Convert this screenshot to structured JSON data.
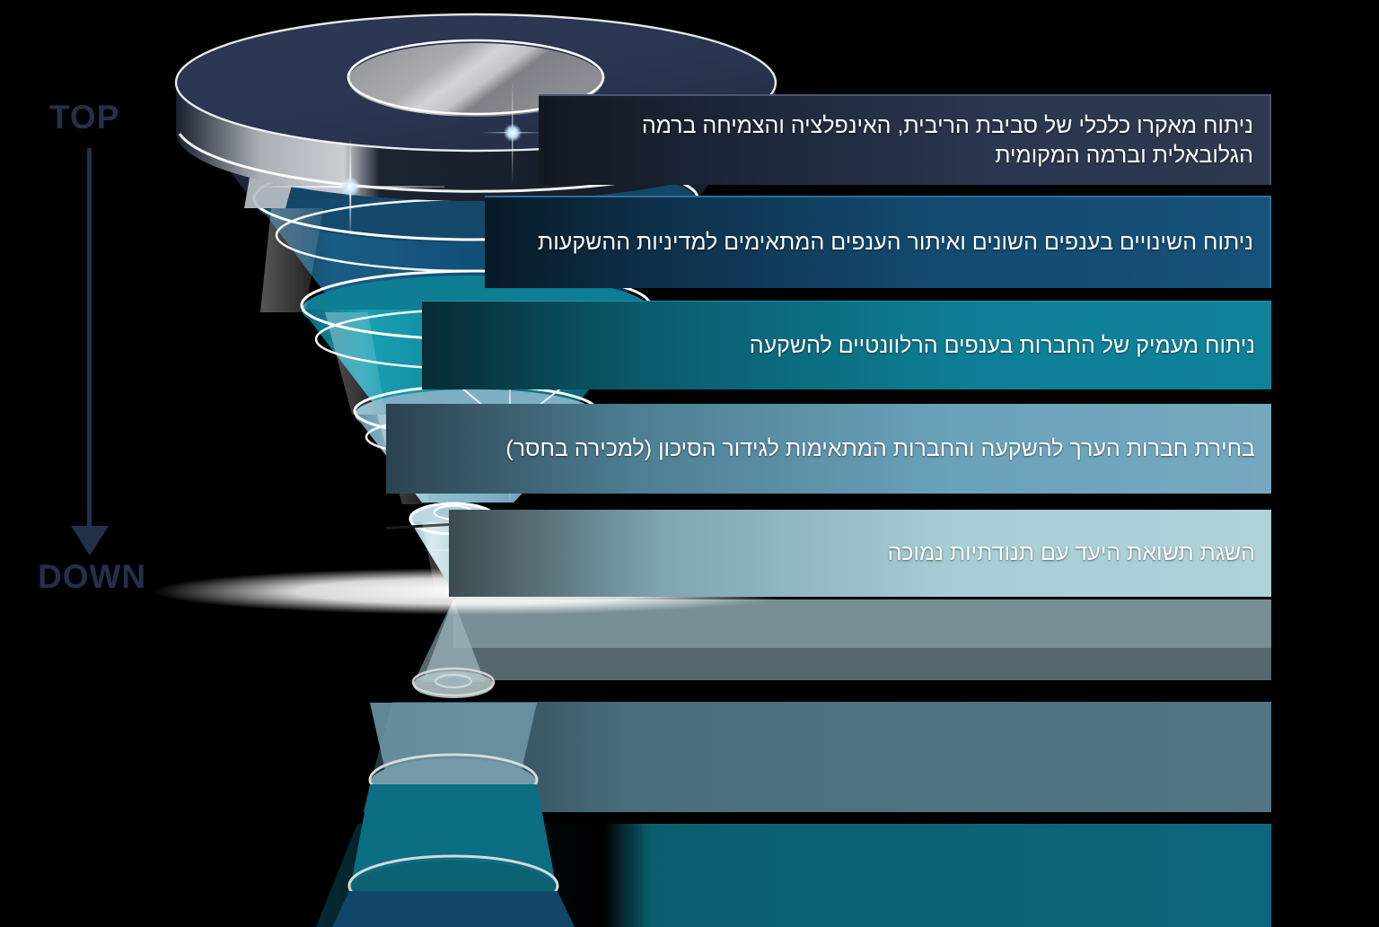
{
  "diagram": {
    "type": "funnel",
    "title": "",
    "direction": "top-down",
    "axis": {
      "top_label": "TOP",
      "bottom_label": "DOWN",
      "arrow_icon": "arrow-down-icon",
      "color": "#233049"
    },
    "background_color": "#000000",
    "stages": [
      {
        "index": 1,
        "label": "ניתוח מאקרו כלכלי של סביבת הריבית, האינפלציה והצמיחה ברמה הגלובאלית וברמה המקומית",
        "color": "#2b3650",
        "text_color": "#ffffff"
      },
      {
        "index": 2,
        "label": "ניתוח השינויים בענפים השונים ואיתור הענפים המתאימים למדיניות ההשקעות",
        "color": "#16527a",
        "text_color": "#ffffff"
      },
      {
        "index": 3,
        "label": "ניתוח מעמיק של החברות בענפים הרלוונטיים להשקעה",
        "color": "#0e7f96",
        "text_color": "#ffffff"
      },
      {
        "index": 4,
        "label": "בחירת חברות הערך להשקעה והחברות המתאימות לגידור הסיכון (למכירה בחסר)",
        "color": "#76a9c0",
        "text_color": "#ffffff"
      },
      {
        "index": 5,
        "label": "השגת תשואת היעד עם תנודתיות נמוכה",
        "color": "#b0d2d9",
        "text_color": "#ffffff"
      }
    ],
    "decor": {
      "sparkle_icon": "sparkle-icon",
      "reflection": true,
      "floor_ellipse": true
    }
  }
}
